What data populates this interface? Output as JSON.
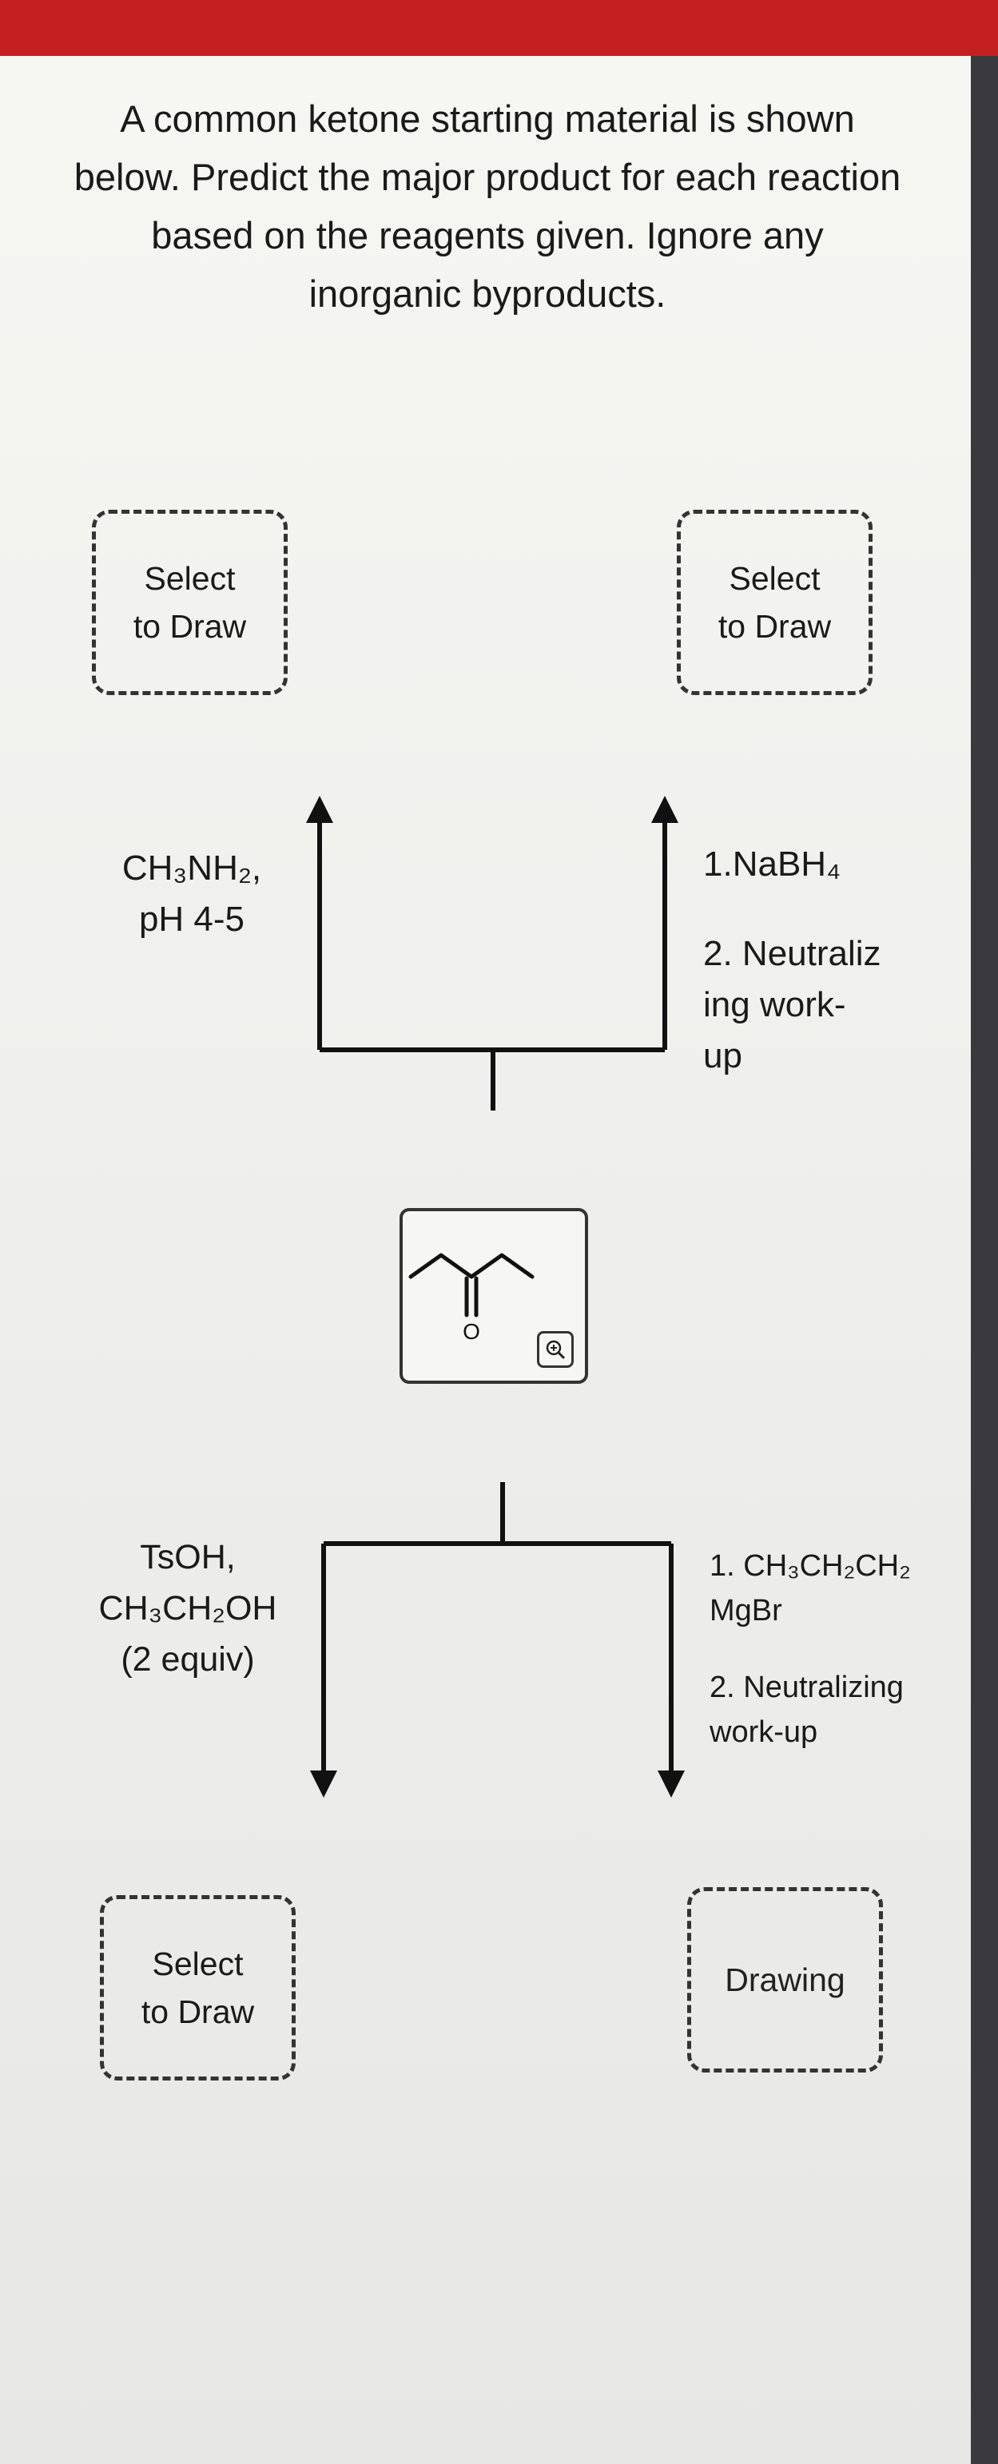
{
  "question": {
    "text": "A common ketone starting material is shown below. Predict the major product for each reaction based on the reagents given. Ignore any inorganic byproducts."
  },
  "draw_boxes": {
    "top_left": "Select\nto Draw",
    "top_right": "Select\nto Draw",
    "bottom_left": "Select\nto Draw",
    "bottom_right": "Drawing"
  },
  "reagents": {
    "top_left": "CH₃NH₂,\npH 4-5",
    "top_right": {
      "step1": "1.NaBH₄",
      "step2": "2. Neutraliz\ning work-\nup"
    },
    "bottom_left": "TsOH,\nCH₃CH₂OH\n(2 equiv)",
    "bottom_right": {
      "step1": "1. CH₃CH₂CH₂\nMgBr",
      "step2": "2. Neutralizing\nwork-up"
    }
  },
  "starting_material": {
    "atom_label": "O",
    "zoom_icon": "magnify-plus-icon"
  },
  "colors": {
    "top_bar": "#c3201f",
    "line": "#111111",
    "dashed_border": "#333333"
  }
}
